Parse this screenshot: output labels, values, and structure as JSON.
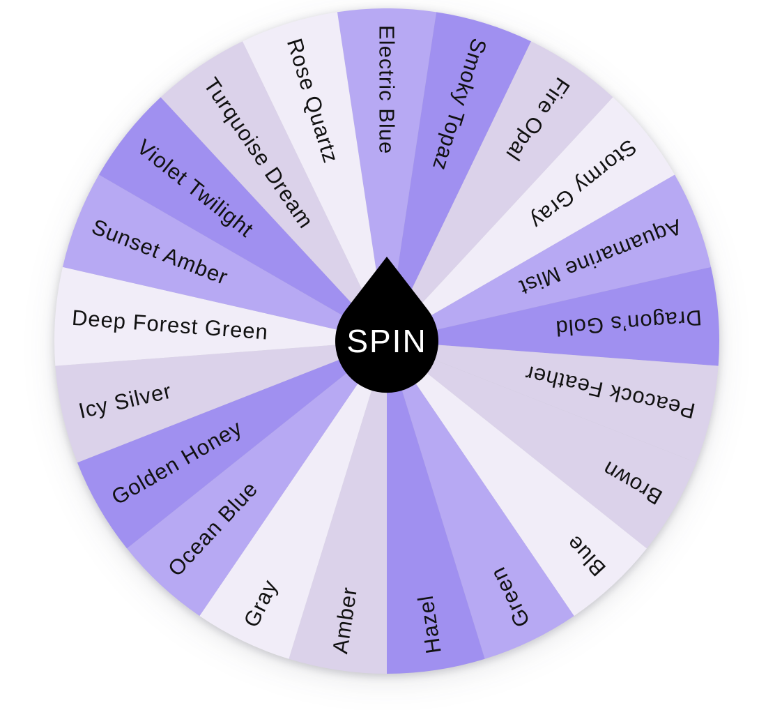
{
  "wheel": {
    "spin_label": "SPIN",
    "label_color": "#111111",
    "center_fill": "#000000",
    "center_text_color": "#ffffff",
    "background_color": "#ffffff",
    "palette": {
      "periwinkle": "#b7a9f3",
      "medium_purple": "#a090f0",
      "lavender_gray": "#dbd2ea",
      "pale_lavender": "#f1edf8"
    },
    "slices": [
      {
        "label": "Electric Blue",
        "color": "#b7a9f3"
      },
      {
        "label": "Smoky Topaz",
        "color": "#a090f0"
      },
      {
        "label": "Fire Opal",
        "color": "#dbd2ea"
      },
      {
        "label": "Stormy Gray",
        "color": "#f1edf8"
      },
      {
        "label": "Aquamarine Mist",
        "color": "#b7a9f3"
      },
      {
        "label": "Dragon’s Gold",
        "color": "#a090f0"
      },
      {
        "label": "Peacock Feather",
        "color": "#dbd2ea"
      },
      {
        "label": "Brown",
        "color": "#dbd2ea"
      },
      {
        "label": "Blue",
        "color": "#f1edf8"
      },
      {
        "label": "Green",
        "color": "#b7a9f3"
      },
      {
        "label": "Hazel",
        "color": "#a090f0"
      },
      {
        "label": "Amber",
        "color": "#dbd2ea"
      },
      {
        "label": "Gray",
        "color": "#f1edf8"
      },
      {
        "label": "Ocean Blue",
        "color": "#b7a9f3"
      },
      {
        "label": "Golden Honey",
        "color": "#a090f0"
      },
      {
        "label": "Icy Silver",
        "color": "#dbd2ea"
      },
      {
        "label": "Deep Forest Green",
        "color": "#f1edf8"
      },
      {
        "label": "Sunset Amber",
        "color": "#b7a9f3"
      },
      {
        "label": "Violet Twilight",
        "color": "#a090f0"
      },
      {
        "label": "Turquoise Dream",
        "color": "#dbd2ea"
      },
      {
        "label": "Rose Quartz",
        "color": "#f1edf8"
      }
    ]
  }
}
